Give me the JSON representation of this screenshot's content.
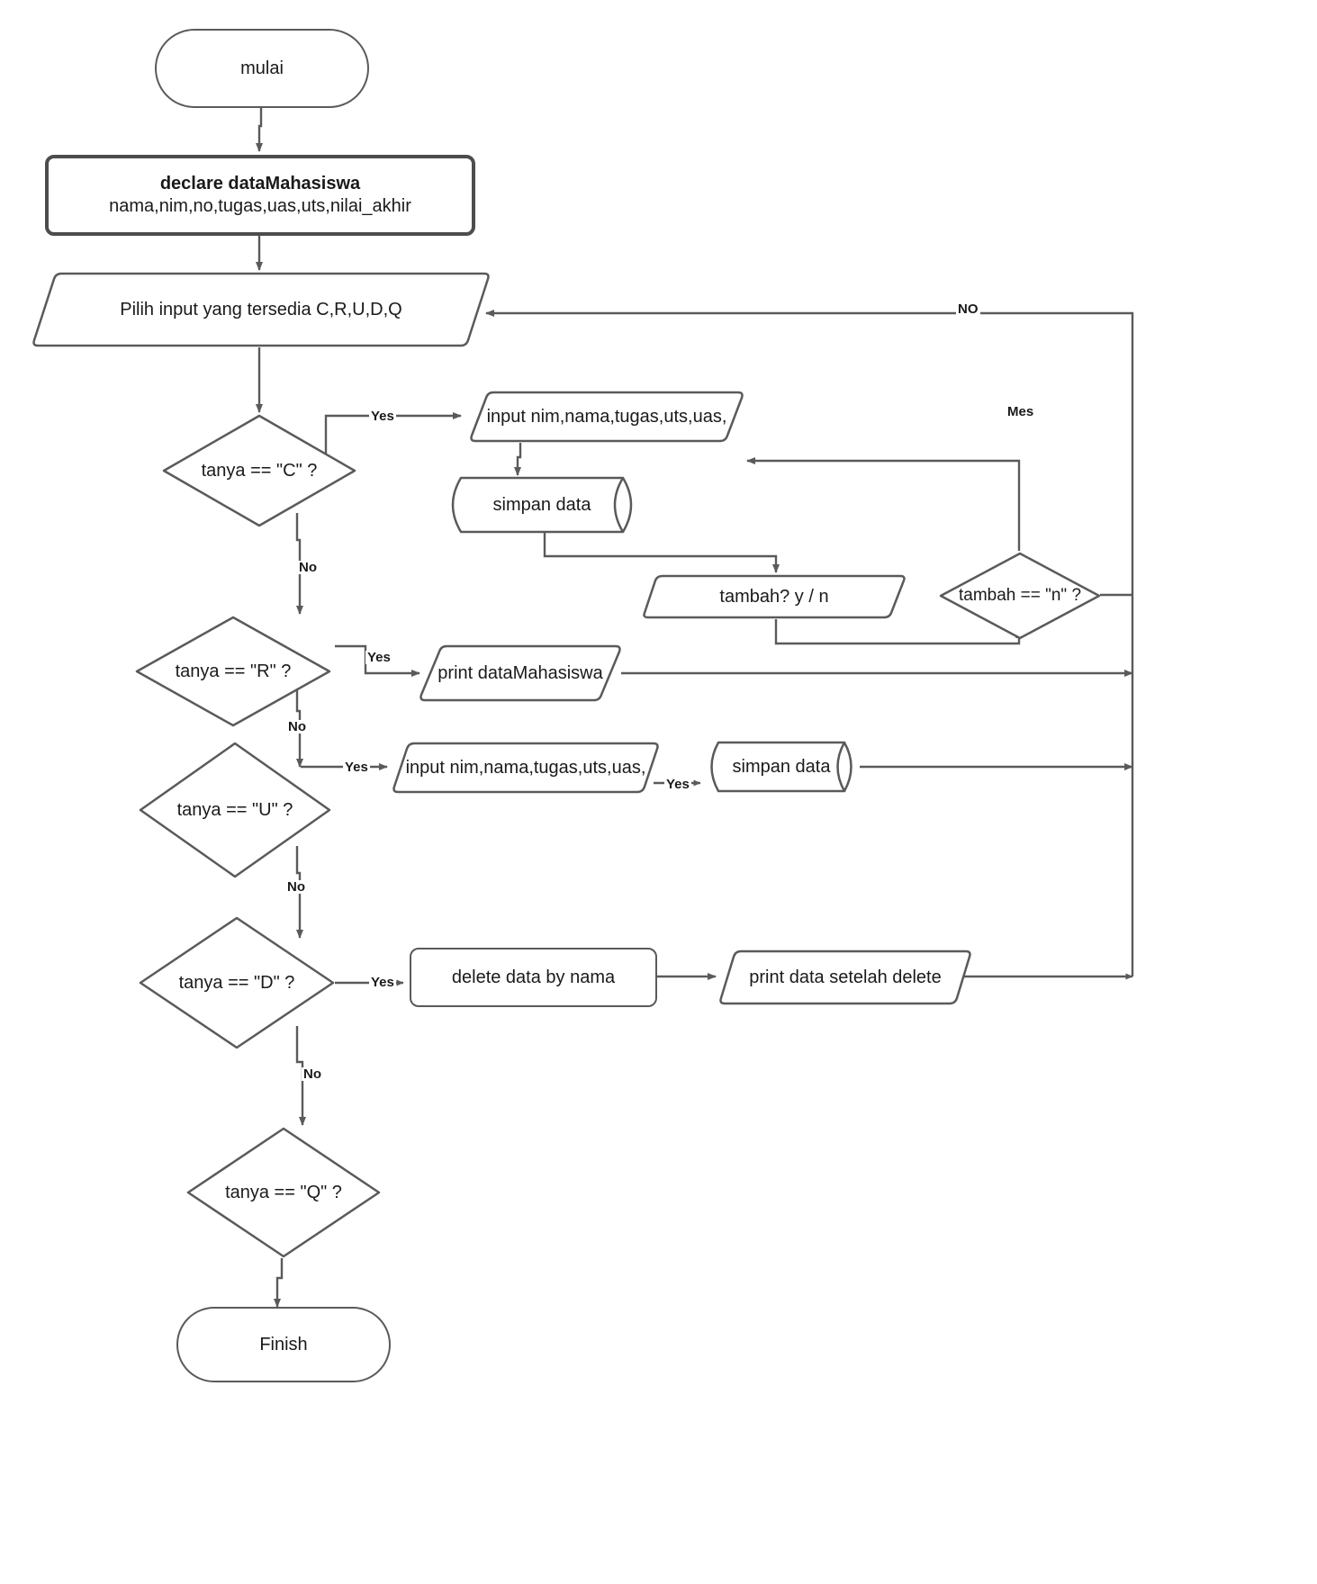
{
  "diagram": {
    "title": "Flowchart CRUD dataMahasiswa",
    "stroke_color": "#5a5a5a",
    "text_color": "#1a1a1a",
    "background": "#ffffff"
  },
  "nodes": {
    "start": {
      "label": "mulai",
      "shape": "terminator"
    },
    "declare": {
      "line1": "declare dataMahasiswa",
      "line2": "nama,nim,no,tugas,uas,uts,nilai_akhir",
      "shape": "process"
    },
    "menu": {
      "label": "Pilih input yang tersedia C,R,U,D,Q",
      "shape": "io-parallelogram"
    },
    "cond_c": {
      "label": "tanya == \"C\" ?",
      "shape": "decision"
    },
    "input_c": {
      "label": "input nim,nama,tugas,uts,uas,",
      "shape": "io-parallelogram"
    },
    "simpan_c": {
      "label": "simpan data",
      "shape": "database"
    },
    "tambah_prompt": {
      "label": "tambah? y / n",
      "shape": "io-parallelogram"
    },
    "cond_tambah": {
      "label": "tambah == \"n\" ?",
      "shape": "decision"
    },
    "cond_r": {
      "label": "tanya == \"R\" ?",
      "shape": "decision"
    },
    "print_r": {
      "label": "print dataMahasiswa",
      "shape": "io-parallelogram"
    },
    "cond_u": {
      "label": "tanya == \"U\" ?",
      "shape": "decision"
    },
    "input_u": {
      "label": "input nim,nama,tugas,uts,uas,",
      "shape": "io-parallelogram"
    },
    "simpan_u": {
      "label": "simpan data",
      "shape": "database"
    },
    "cond_d": {
      "label": "tanya == \"D\" ?",
      "shape": "decision"
    },
    "delete_d": {
      "label": "delete data by nama",
      "shape": "process"
    },
    "print_d": {
      "label": "print  data setelah delete",
      "shape": "io-parallelogram"
    },
    "cond_q": {
      "label": "tanya == \"Q\" ?",
      "shape": "decision"
    },
    "finish": {
      "label": "Finish",
      "shape": "terminator"
    }
  },
  "edge_labels": {
    "c_yes": "Yes",
    "c_no": "No",
    "r_yes": "Yes",
    "r_no": "No",
    "u_yes": "Yes",
    "u_yes2": "Yes",
    "u_no": "No",
    "d_yes": "Yes",
    "d_no": "No",
    "menu_return_no": "NO",
    "tambah_overlap": "Mes"
  }
}
